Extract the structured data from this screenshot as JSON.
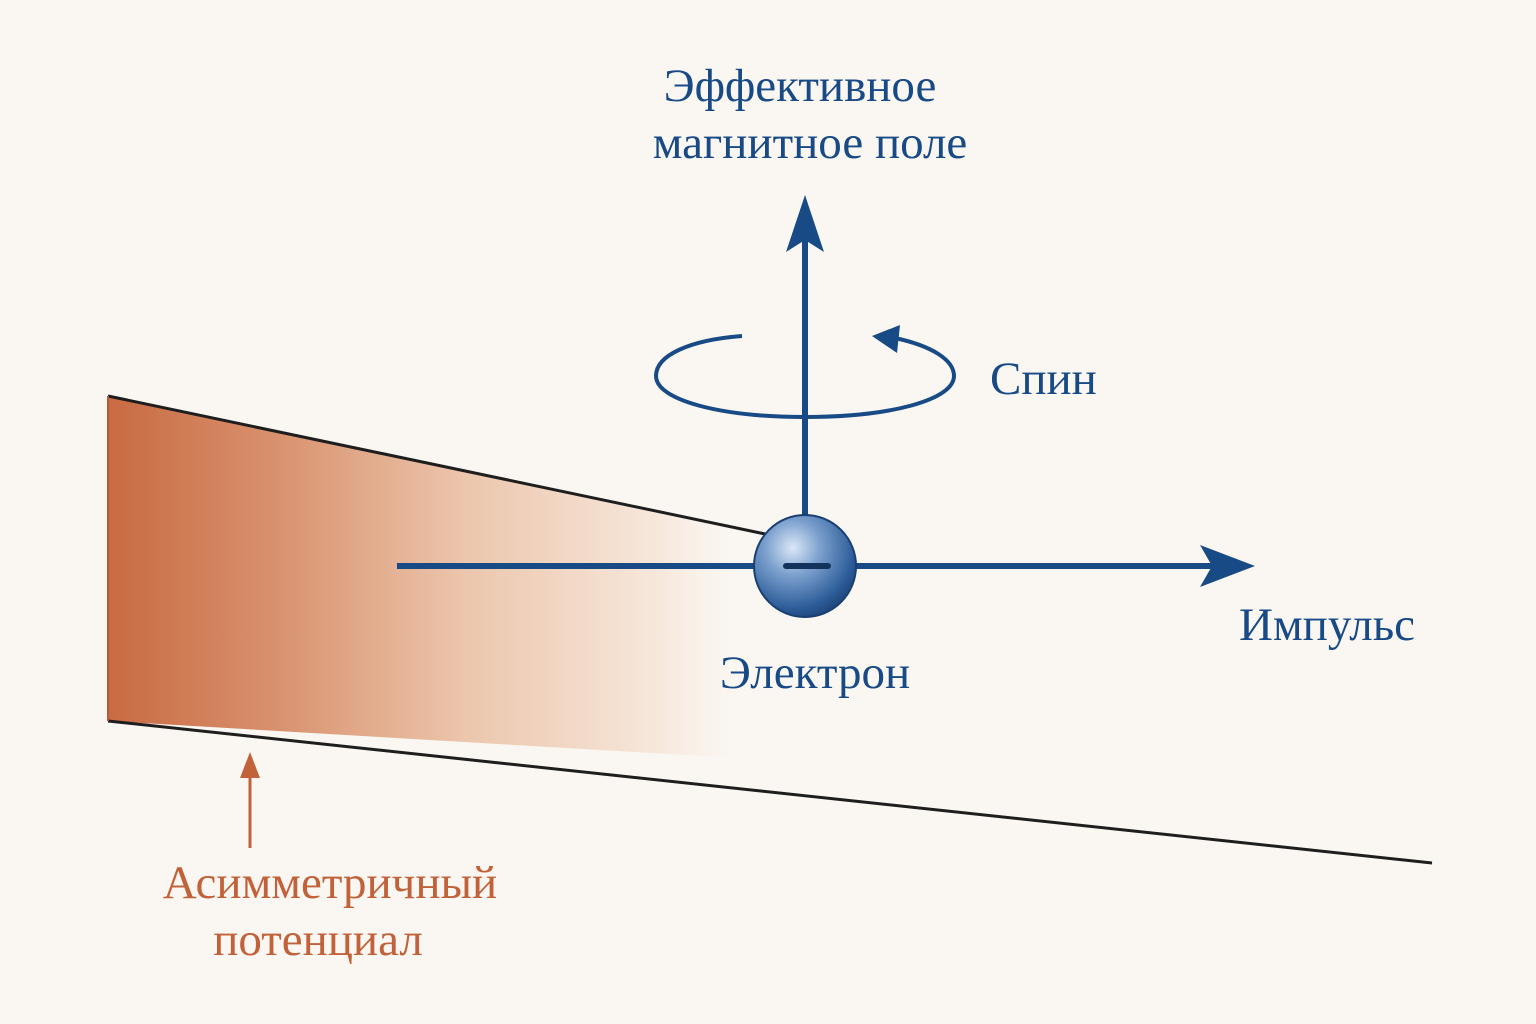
{
  "labels": {
    "field_line1": "Эффективное",
    "field_line2": "магнитное поле",
    "spin": "Спин",
    "momentum": "Импульс",
    "electron": "Электрон",
    "potential_line1": "Асимметричный",
    "potential_line2": "потенциал"
  },
  "electron": {
    "charge_sign": "−"
  },
  "icons": {
    "field_arrow": "arrow-up",
    "momentum_arrow": "arrow-right",
    "spin_arrow": "circular-arrow",
    "potential_arrow": "arrow-up"
  },
  "colors": {
    "background": "#faf7f2",
    "primary_blue": "#184a86",
    "potential_orange": "#c2623a",
    "potential_edge": "#1e1e1e"
  }
}
